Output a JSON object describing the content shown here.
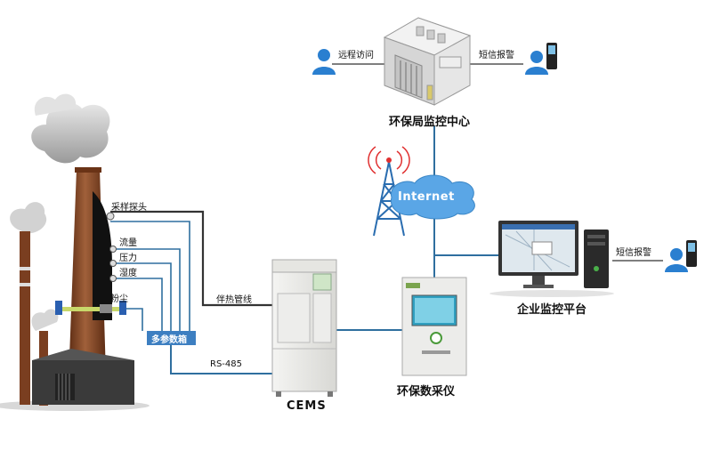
{
  "labels": {
    "remote_access": "远程访问",
    "sms_alarm_top": "短信报警",
    "epb_center": "环保局监控中心",
    "internet": "Internet",
    "sms_alarm_right": "短信报警",
    "enterprise_platform": "企业监控平台",
    "sampling_probe": "采样探头",
    "flow": "流量",
    "pressure": "压力",
    "humidity": "湿度",
    "dust": "粉尘",
    "heated_line": "伴热管线",
    "multi_param_box": "多参数箱",
    "rs485": "RS-485",
    "cems": "CEMS",
    "data_collector": "环保数采仪"
  },
  "colors": {
    "line_blue": "#2f6f9f",
    "line_dark": "#333333",
    "box_blue": "#3d7fc1",
    "person_blue": "#2a7fd0",
    "smoke": "#c9c9c9",
    "chimney": "#8a4a2a"
  }
}
